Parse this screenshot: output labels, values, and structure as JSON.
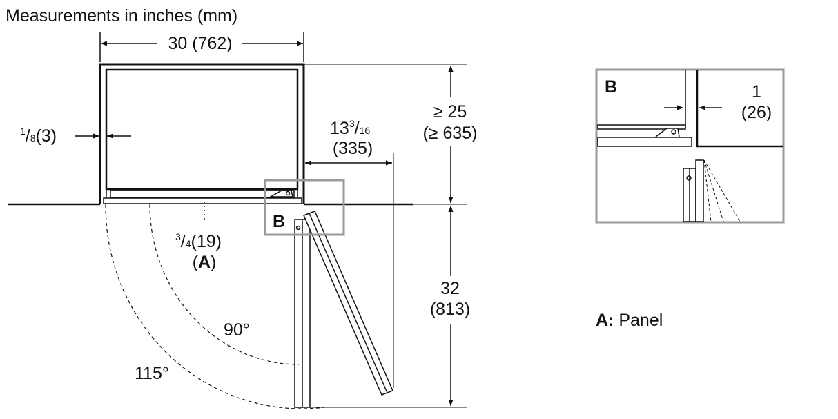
{
  "title": "Measurements in inches (mm)",
  "colors": {
    "line": "#111111",
    "callout": "#9a9a9a",
    "background": "#ffffff"
  },
  "dimensions": {
    "width": {
      "text": "30 (762)"
    },
    "gap": {
      "num": "1",
      "den": "8",
      "mm": "(3)"
    },
    "clearance_top": {
      "line1": "≥ 25",
      "line2": "(≥ 635)"
    },
    "offset": {
      "whole": "13",
      "num": "3",
      "den": "16",
      "mm": "(335)"
    },
    "panel_thickness": {
      "num": "3",
      "den": "4",
      "mm": "(19)",
      "ref": "A"
    },
    "door_depth": {
      "line1": "32",
      "line2": "(813)"
    },
    "angle_90": "90°",
    "angle_115": "115°",
    "detail_gap": {
      "line1": "1",
      "line2": "(26)"
    }
  },
  "callout_marker": "B",
  "detail": {
    "marker": "B"
  },
  "legend": {
    "key": "A:",
    "text": "Panel"
  }
}
